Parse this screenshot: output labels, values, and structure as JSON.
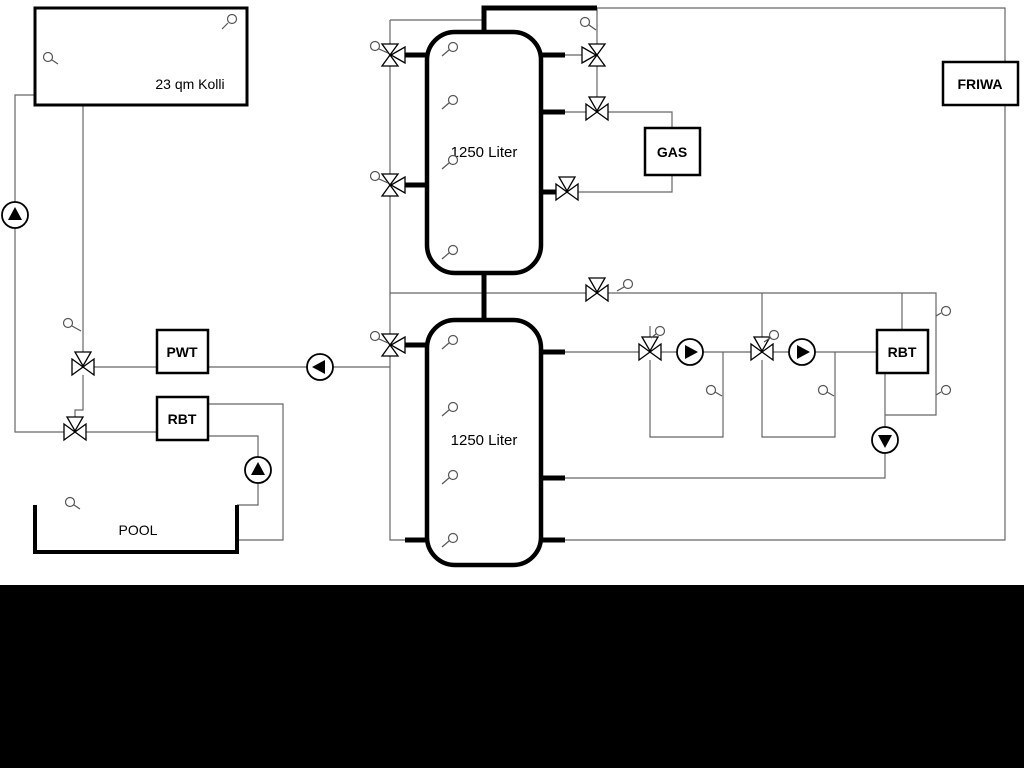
{
  "labels": {
    "collector": "23 qm Kolli",
    "tank_top": "1250 Liter",
    "tank_bottom": "1250 Liter",
    "gas": "GAS",
    "friwa": "FRIWA",
    "pwt": "PWT",
    "rbt_left": "RBT",
    "rbt_right": "RBT",
    "pool": "POOL"
  },
  "colors": {
    "line": "#666666",
    "pipe": "#000000",
    "background": "#ffffff",
    "footer": "#000000"
  },
  "icons": {
    "temp-sensor-icon": "small circle with stem (temperature probe)",
    "pump-icon": "circle with solid triangle showing flow direction",
    "three-way-valve-icon": "bowtie triangles with perpendicular third port triangle"
  }
}
